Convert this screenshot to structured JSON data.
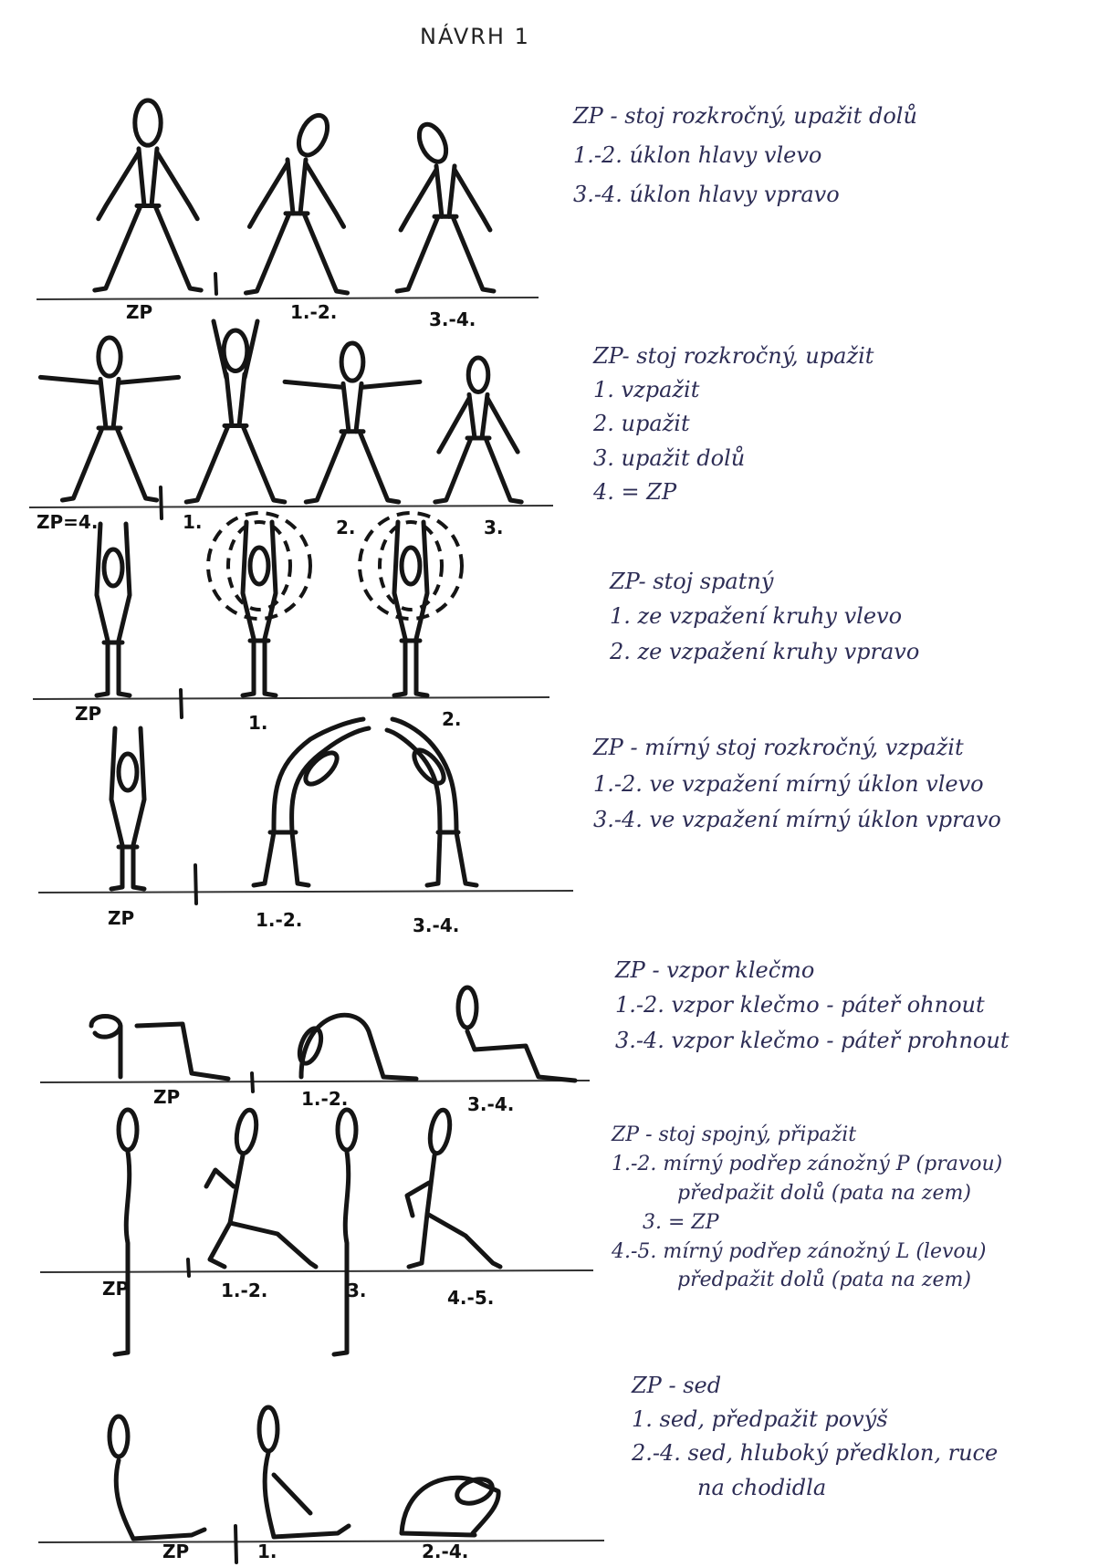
{
  "title": "NÁVRH 1",
  "exercises": [
    {
      "labels": [
        "ZP",
        "1.-2.",
        "3.-4."
      ],
      "text": [
        "ZP - stoj rozkročný, upažit dolů",
        "1.-2. úklon hlavy vlevo",
        "3.-4. úklon hlavy vpravo"
      ]
    },
    {
      "labels": [
        "ZP=4.",
        "1.",
        "2.",
        "3."
      ],
      "text": [
        "ZP- stoj rozkročný, upažit",
        "1. vzpažit",
        "2. upažit",
        "3. upažit dolů",
        "4. = ZP"
      ]
    },
    {
      "labels": [
        "ZP",
        "1.",
        "2."
      ],
      "text": [
        "ZP- stoj spatný",
        "1. ze vzpažení kruhy vlevo",
        "2. ze vzpažení kruhy vpravo"
      ]
    },
    {
      "labels": [
        "ZP",
        "1.-2.",
        "3.-4."
      ],
      "text": [
        "ZP - mírný stoj rozkročný, vzpažit",
        "1.-2. ve vzpažení mírný úklon vlevo",
        "3.-4. ve vzpažení mírný úklon vpravo"
      ]
    },
    {
      "labels": [
        "ZP",
        "1.-2.",
        "3.-4."
      ],
      "text": [
        "ZP - vzpor klečmo",
        "1.-2. vzpor klečmo - páteř ohnout",
        "3.-4. vzpor klečmo - páteř prohnout"
      ]
    },
    {
      "labels": [
        "ZP",
        "1.-2.",
        "3.",
        "4.-5."
      ],
      "text": [
        "ZP - stoj spojný, připažit",
        "1.-2. mírný podřep zánožný P (pravou)",
        "předpažit dolů (pata na zem)",
        "3. = ZP",
        "4.-5. mírný podřep zánožný L (levou)",
        "předpažit dolů (pata na zem)"
      ]
    },
    {
      "labels": [
        "ZP",
        "1.",
        "2.-4."
      ],
      "text": [
        "ZP - sed",
        "1. sed, předpažit povýš",
        "2.-4. sed, hluboký předklon, ruce",
        "na chodidla"
      ]
    }
  ],
  "colors": {
    "ink": "#151515",
    "pen": "#2d2d55"
  }
}
